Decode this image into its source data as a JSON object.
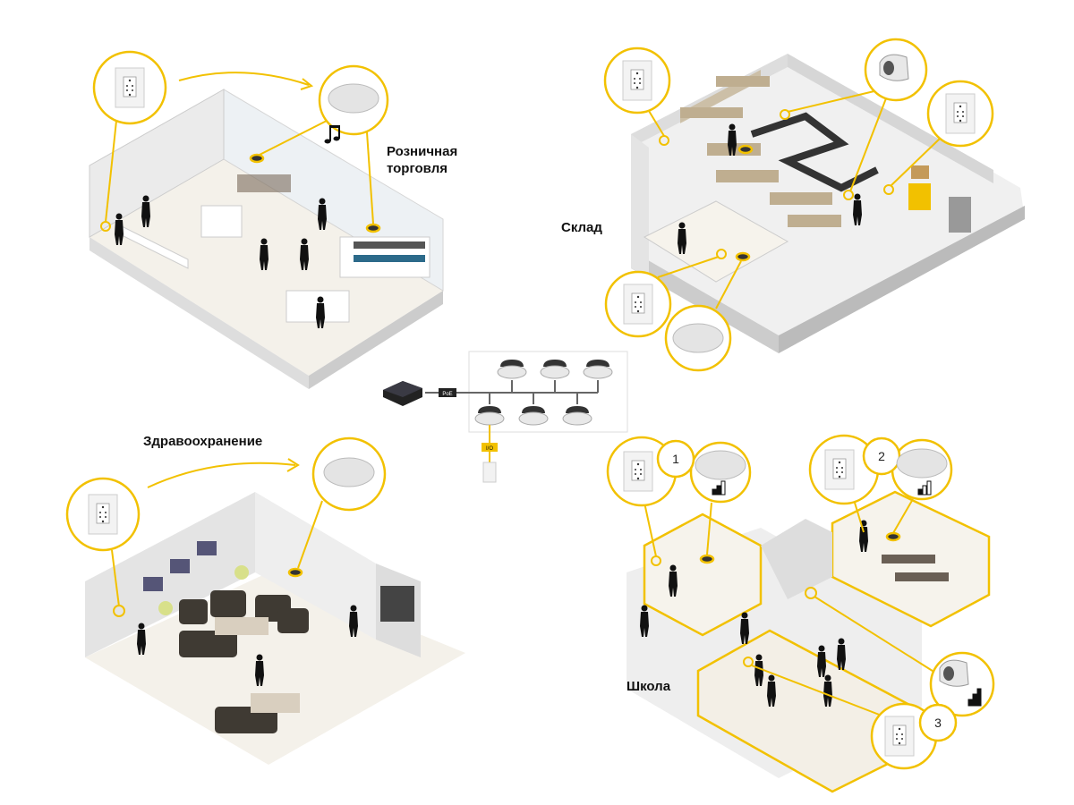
{
  "labels": {
    "retail": "Розничная торговля",
    "retail_line1": "Розничная",
    "retail_line2": "торговля",
    "warehouse": "Склад",
    "healthcare": "Здравоохранение",
    "school": "Школа"
  },
  "network": {
    "poe_label": "PoE",
    "io_label": "I/O",
    "speaker_count": 6
  },
  "school_zones": [
    "1",
    "2",
    "3"
  ],
  "colors": {
    "accent": "#f2c100",
    "wall": "#e6e6e6",
    "floor": "#f4f1ea",
    "dark": "#1a1a1a"
  },
  "icons": [
    "music-note-icon",
    "signal-bars-icon",
    "wall-control-panel-icon",
    "ceiling-speaker-icon",
    "poe-switch-icon"
  ]
}
